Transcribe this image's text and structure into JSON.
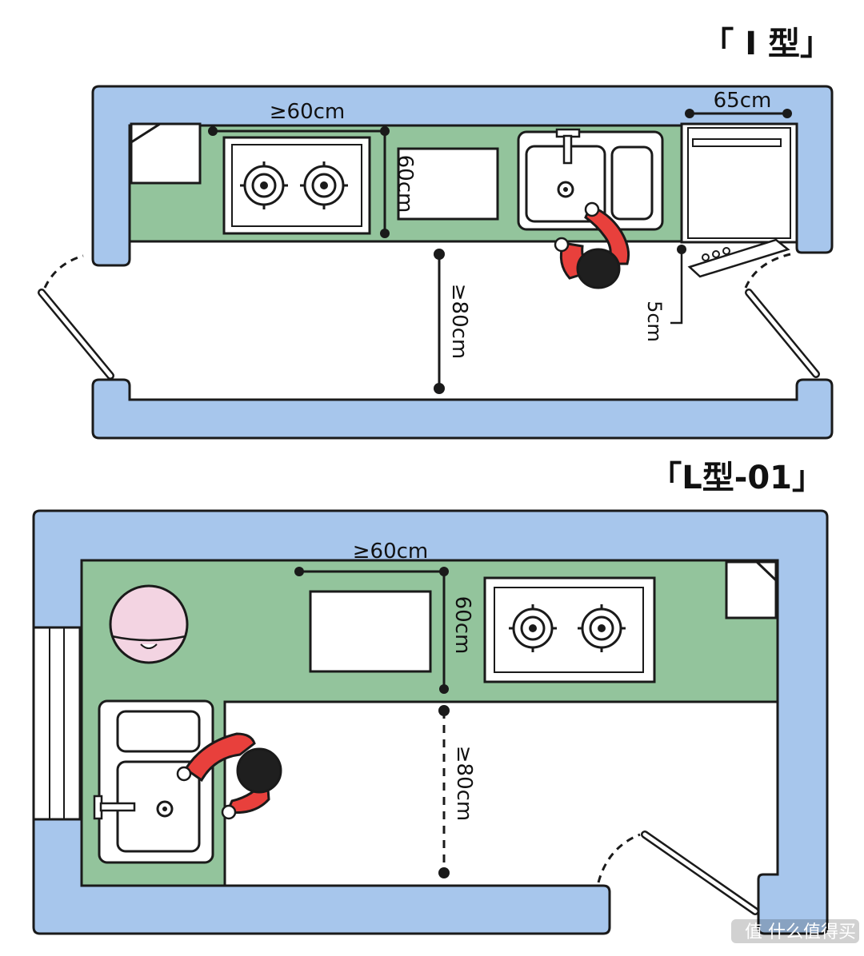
{
  "plan_i": {
    "title": "「 I 型」",
    "labels": {
      "stove_run": "≥60cm",
      "counter_depth": "60cm",
      "dishwasher_width": "65cm",
      "aisle_width": "≥80cm",
      "door_clearance": "5cm"
    }
  },
  "plan_l": {
    "title": "「L型-01」",
    "labels": {
      "counter_run": "≥60cm",
      "counter_depth": "60cm",
      "aisle_width": "≥80cm"
    }
  },
  "watermark": {
    "text": "值 什么值得买"
  },
  "colors": {
    "wall": "#a7c6ec",
    "counter": "#93c49c",
    "person_shirt": "#e8403c",
    "sink_pink": "#f3d4e2",
    "outline": "#1a1a1a"
  }
}
